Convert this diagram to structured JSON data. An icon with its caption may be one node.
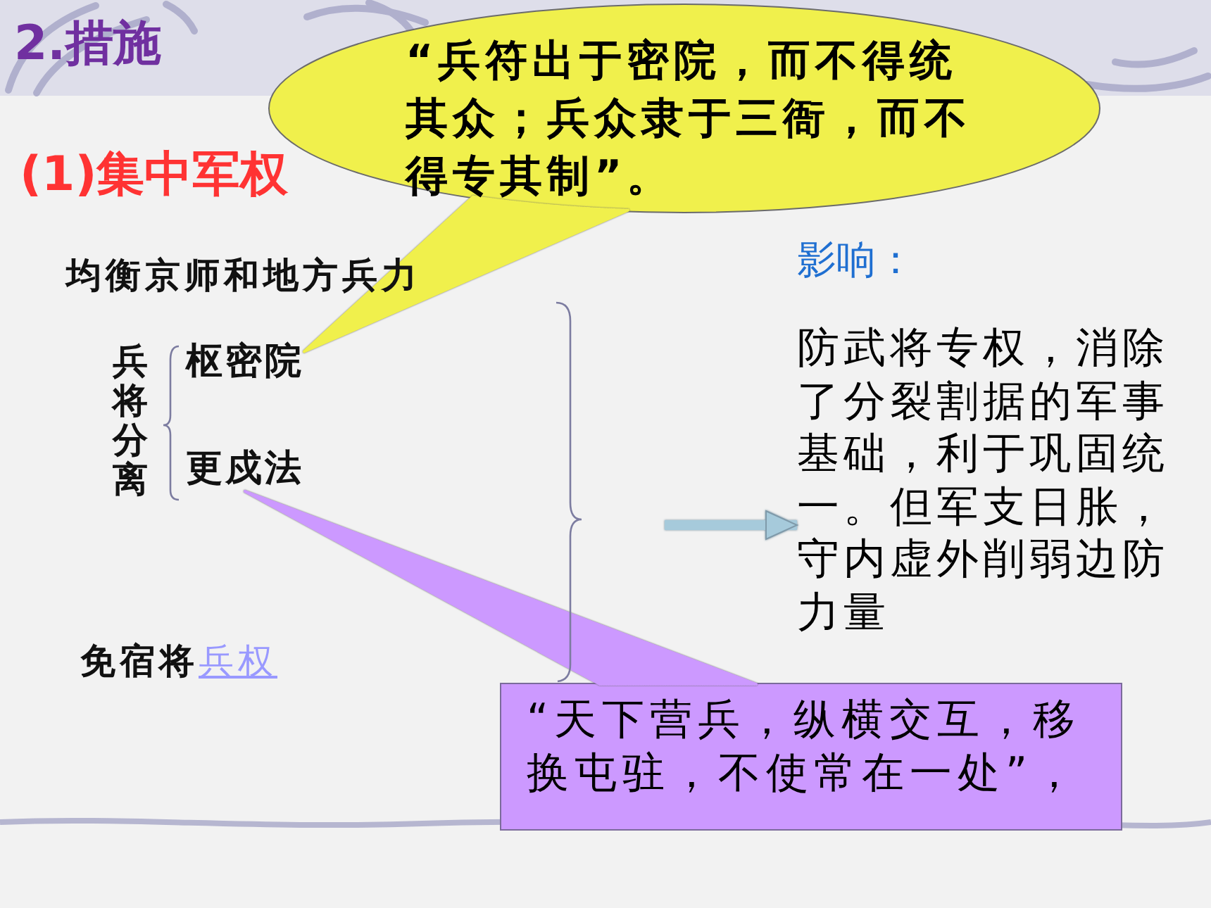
{
  "diagram": {
    "title": "2.措施",
    "nodes": [
      {
        "text": [
          "“兵符出于密院，而不得统其众；兵众隶于三衙，而不得专其制”。"
        ]
      },
      {
        "text": [
          "影响：",
          "防武将专权，消除了分裂割据的军事基础，利于巩固统一。但军支日胀，守内虚外削弱边防力量"
        ]
      },
      {
        "text": [
          "枢密院"
        ]
      },
      {
        "text": [
          "更戍法"
        ]
      },
      {
        "text": [
          "“天下营兵，纵横交互，移换屯驻，不使常在一处”，"
        ]
      }
    ],
    "edges": [
      {
        "from": 0,
        "to": 2,
        "arrow": "none",
        "color": "#f0f04c"
      },
      {
        "from": 4,
        "to": 3,
        "arrow": "none",
        "color": "#cc99ff"
      },
      {
        "from": null,
        "to": 1,
        "arrow": "to",
        "style": "thick",
        "color": "#a6cadb"
      }
    ],
    "labels": [
      "(1)集中军权",
      "均衡京师和地方兵力",
      "兵将分离",
      "免宿将",
      "兵权"
    ]
  }
}
